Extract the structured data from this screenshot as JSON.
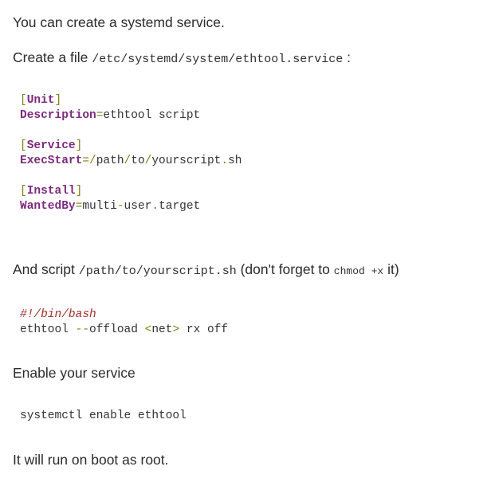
{
  "document": {
    "background_color": "#ffffff",
    "text_color": "#2b2b2b",
    "accent_colors": {
      "section_purple": "#7d2a7d",
      "key_purple": "#7d2a7d",
      "operator_olive": "#7f7f17",
      "comment_red": "#a0302a",
      "plain_code": "#333333"
    }
  },
  "intro": {
    "text": "You can create a systemd service."
  },
  "create_file": {
    "prefix": "Create a file",
    "path": "/etc/systemd/system/ethtool.service",
    "suffix": ":"
  },
  "unit_file": {
    "lines": [
      {
        "type": "section",
        "open": "[",
        "name": "Unit",
        "close": "]"
      },
      {
        "type": "assign",
        "key": "Description",
        "op": "=",
        "value": "ethtool script"
      },
      {
        "type": "blank"
      },
      {
        "type": "section",
        "open": "[",
        "name": "Service",
        "close": "]"
      },
      {
        "type": "assign",
        "key": "ExecStart",
        "op": "=",
        "value": "/path/to/yourscript.sh"
      },
      {
        "type": "blank"
      },
      {
        "type": "section",
        "open": "[",
        "name": "Install",
        "close": "]"
      },
      {
        "type": "assign",
        "key": "WantedBy",
        "op": "=",
        "value": "multi-user.target"
      }
    ],
    "raw": {
      "l1_open": "[",
      "l1_name": "Unit",
      "l1_close": "]",
      "l2_key": "Description",
      "l2_op": "=",
      "l2_val": "ethtool script",
      "l4_open": "[",
      "l4_name": "Service",
      "l4_close": "]",
      "l5_key": "ExecStart",
      "l5_op": "=",
      "l5_slash1": "/",
      "l5_p1": "path",
      "l5_slash2": "/",
      "l5_p2": "to",
      "l5_slash3": "/",
      "l5_p3": "yourscript",
      "l5_dot": ".",
      "l5_p4": "sh",
      "l7_open": "[",
      "l7_name": "Install",
      "l7_close": "]",
      "l8_key": "WantedBy",
      "l8_op": "=",
      "l8_val1": "multi",
      "l8_dash": "-",
      "l8_val2": "user",
      "l8_dot": ".",
      "l8_val3": "target"
    }
  },
  "and_script": {
    "prefix": "And script",
    "path": "/path/to/yourscript.sh",
    "note_open": "(don't forget to",
    "note_code": "chmod +x",
    "note_close": "it)"
  },
  "bash_script": {
    "shebang": "#!/bin/bash",
    "command": {
      "cmd": "ethtool",
      "flag_dashes": "--",
      "flag_name": "offload",
      "angle_open": "<",
      "arg": "net",
      "angle_close": ">",
      "rest": "rx off"
    }
  },
  "enable": {
    "text": "Enable your service",
    "command": "systemctl enable ethtool"
  },
  "closing": {
    "text": "It will run on boot as root."
  }
}
